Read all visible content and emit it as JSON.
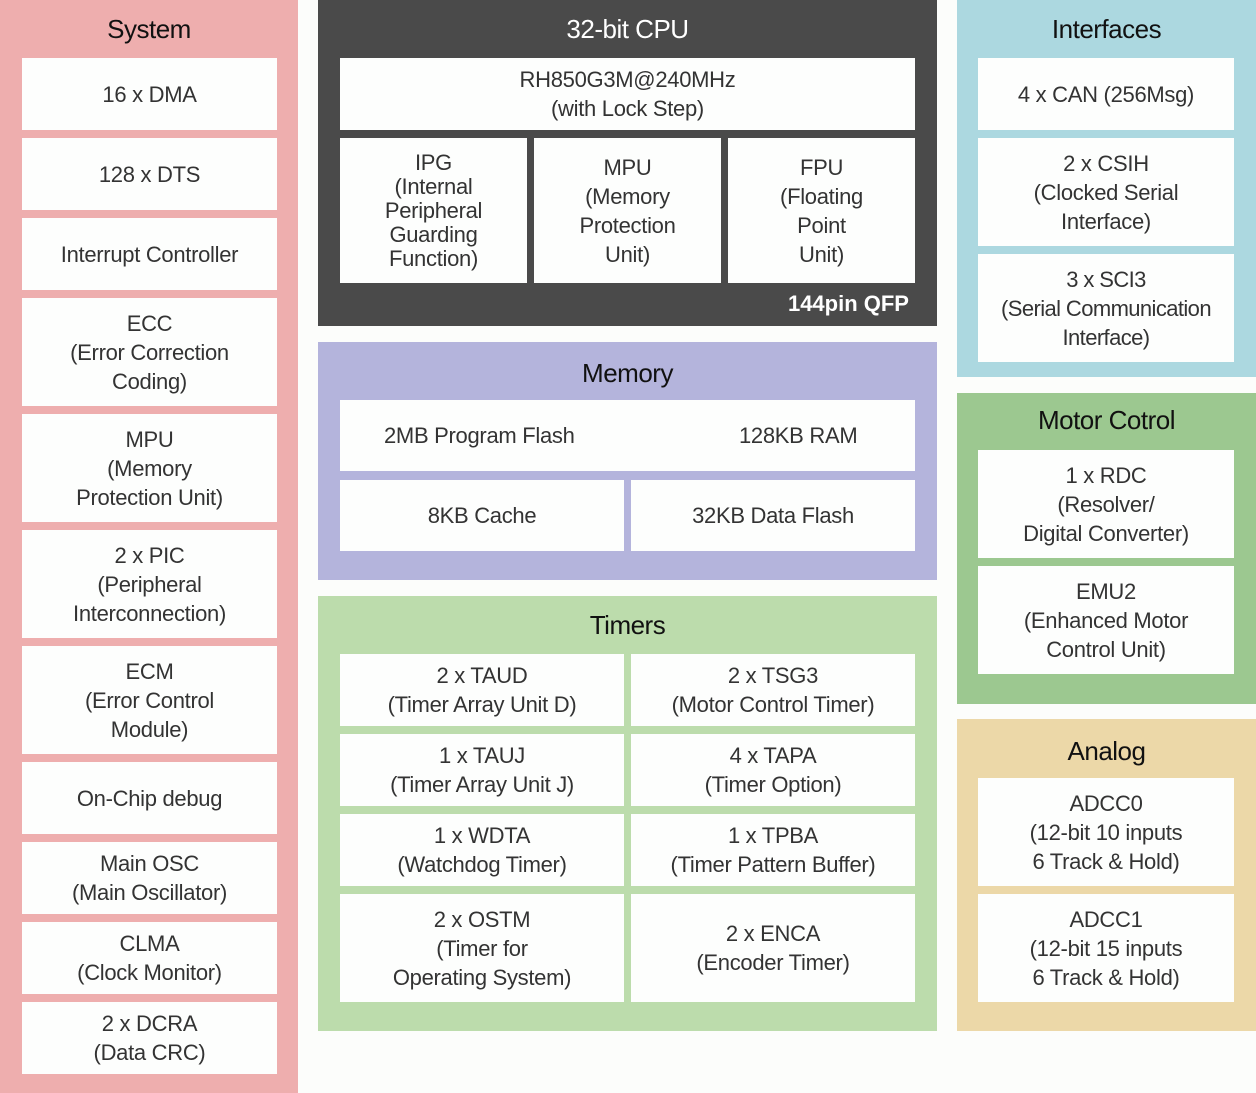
{
  "system": {
    "title": "System",
    "items": [
      "16 x DMA",
      "128 x DTS",
      "Interrupt Controller",
      "ECC\n(Error Correction\nCoding)",
      "MPU\n(Memory\nProtection Unit)",
      "2 x PIC\n(Peripheral\nInterconnection)",
      "ECM\n(Error Control\nModule)",
      "On-Chip debug",
      "Main OSC\n(Main Oscillator)",
      "CLMA\n(Clock Monitor)",
      "2 x DCRA\n(Data CRC)"
    ]
  },
  "cpu": {
    "title": "32-bit CPU",
    "core": "RH850G3M@240MHz\n(with Lock Step)",
    "units": [
      "IPG\n(Internal\nPeripheral\nGuarding\nFunction)",
      "MPU\n(Memory\nProtection\nUnit)",
      "FPU\n(Floating\nPoint\nUnit)"
    ],
    "package": "144pin QFP"
  },
  "memory": {
    "title": "Memory",
    "flash": "2MB Program Flash",
    "ram": "128KB RAM",
    "cache": "8KB Cache",
    "data_flash": "32KB Data Flash"
  },
  "timers": {
    "title": "Timers",
    "items": [
      "2 x TAUD\n(Timer Array Unit D)",
      "2 x TSG3\n(Motor Control Timer)",
      "1 x TAUJ\n(Timer Array Unit J)",
      "4 x TAPA\n(Timer Option)",
      "1 x WDTA\n(Watchdog Timer)",
      "1 x TPBA\n(Timer Pattern Buffer)",
      "2 x OSTM\n(Timer for\nOperating System)",
      "2 x ENCA\n(Encoder Timer)"
    ]
  },
  "interfaces": {
    "title": "Interfaces",
    "items": [
      "4 x CAN (256Msg)",
      "2 x CSIH\n(Clocked Serial\nInterface)",
      "3 x SCI3\n(Serial Communication\nInterface)"
    ]
  },
  "motor": {
    "title": "Motor Cotrol",
    "items": [
      "1 x RDC\n(Resolver/\nDigital Converter)",
      "EMU2\n(Enhanced Motor\nControl Unit)"
    ]
  },
  "analog": {
    "title": "Analog",
    "items": [
      "ADCC0\n(12-bit 10 inputs\n6 Track & Hold)",
      "ADCC1\n(12-bit  15 inputs\n6 Track & Hold)"
    ]
  }
}
